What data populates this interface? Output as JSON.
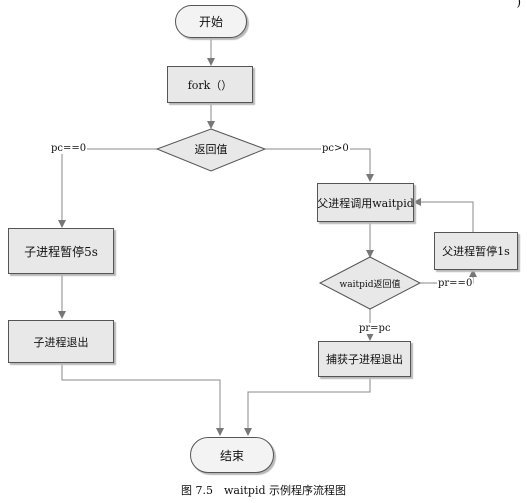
{
  "nodes": {
    "start": "开始",
    "fork": "fork（）",
    "decision_return": "返回值",
    "child_sleep": "子进程暂停5s",
    "child_exit": "子进程退出",
    "parent_waitpid": "父进程调用waitpid",
    "waitpid_decision": "waitpid返回值",
    "parent_sleep": "父进程暂停1s",
    "catch_exit": "捕获子进程退出",
    "end": "结束"
  },
  "edge_labels": {
    "pc_zero": "pc==0",
    "pc_gt": "pc>0",
    "pr_zero": "pr==0",
    "pr_pc": "pr=pc"
  },
  "caption": "图 7.5　waitpid 示例程序流程图",
  "corner_mark": ")"
}
